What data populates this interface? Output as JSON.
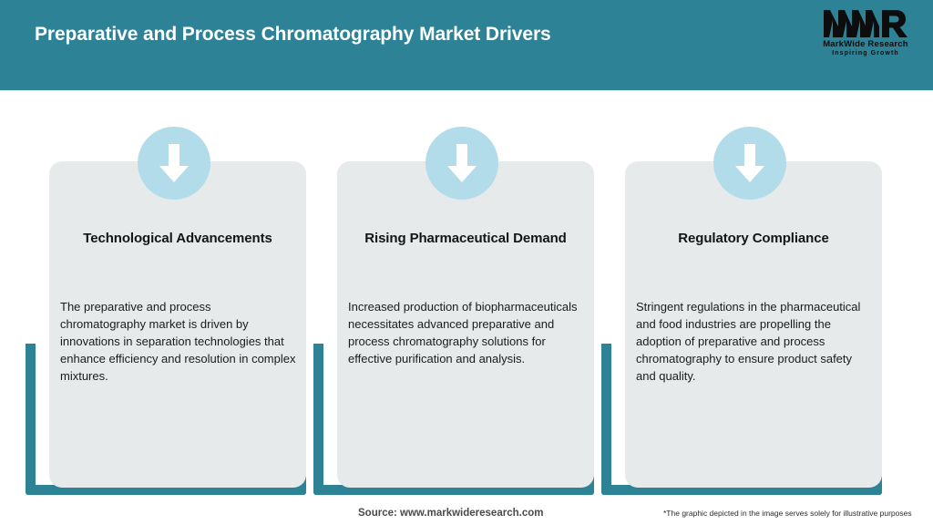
{
  "header": {
    "title": "Preparative and Process Chromatography Market Drivers",
    "band_color": "#2e8296"
  },
  "logo": {
    "mark": "MWR",
    "name": "MarkWide Research",
    "tagline": "Inspiring Growth"
  },
  "cards": [
    {
      "icon": "down-arrow-icon",
      "title": "Technological Advancements",
      "body": "The preparative and process chromatography market is driven by innovations in separation technologies that enhance efficiency and resolution in complex mixtures."
    },
    {
      "icon": "down-arrow-icon",
      "title": "Rising Pharmaceutical Demand",
      "body": "Increased production of biopharmaceuticals necessitates advanced preparative and process chromatography solutions for effective purification and analysis."
    },
    {
      "icon": "down-arrow-icon",
      "title": "Regulatory Compliance",
      "body": "Stringent regulations in the pharmaceutical and food industries are propelling the adoption of preparative and process chromatography to ensure product safety and quality."
    }
  ],
  "footer": {
    "source": "Source: www.markwideresearch.com",
    "disclaimer": "*The graphic depicted in the image serves solely for illustrative purposes"
  },
  "colors": {
    "teal": "#2e8296",
    "card_bg": "#e6eaeb",
    "icon_circle": "#b3dcea",
    "icon_arrow": "#ffffff"
  }
}
